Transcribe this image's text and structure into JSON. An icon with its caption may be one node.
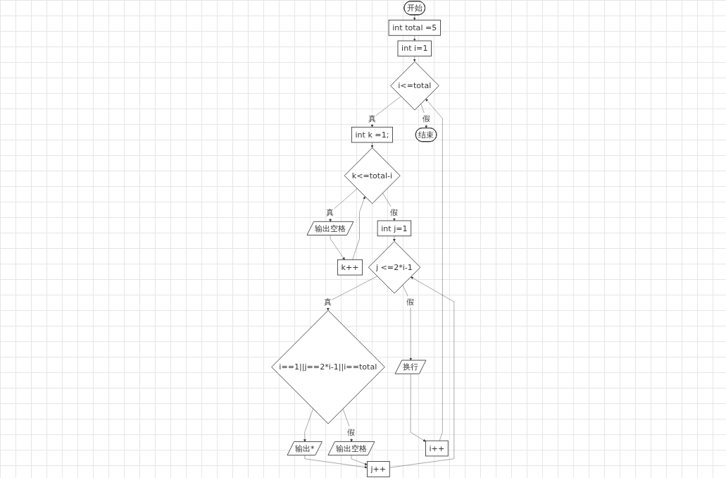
{
  "diagram": {
    "nodes": [
      {
        "text": [
          "开始"
        ]
      },
      {
        "text": [
          "int total =5"
        ]
      },
      {
        "text": [
          "int i=1"
        ]
      },
      {
        "text": [
          "i<=total"
        ]
      },
      {
        "text": [
          "int k =1;"
        ]
      },
      {
        "text": [
          "k<=total-i"
        ]
      },
      {
        "text": [
          "输出空格"
        ]
      },
      {
        "text": [
          "k++"
        ]
      },
      {
        "text": [
          "int j=1"
        ]
      },
      {
        "text": [
          "j <=2*i-1"
        ]
      },
      {
        "text": [
          "i==1||j==2*i-1||i==total"
        ]
      },
      {
        "text": [
          "输出*"
        ]
      },
      {
        "text": [
          "输出空格"
        ]
      },
      {
        "text": [
          "j++"
        ]
      },
      {
        "text": [
          "换行"
        ]
      },
      {
        "text": [
          "i++"
        ]
      },
      {
        "text": [
          "结束"
        ]
      }
    ],
    "edges": [
      {
        "from": 0,
        "to": 1,
        "arrow": "to"
      },
      {
        "from": 1,
        "to": 2,
        "arrow": "to"
      },
      {
        "from": 2,
        "to": 3,
        "arrow": "to"
      },
      {
        "from": 3,
        "to": 4,
        "label": "真",
        "arrow": "to"
      },
      {
        "from": 4,
        "to": 5,
        "arrow": "to"
      },
      {
        "from": 5,
        "to": 6,
        "label": "真",
        "arrow": "to"
      },
      {
        "from": 6,
        "to": 7,
        "arrow": "to"
      },
      {
        "from": 7,
        "to": 5,
        "arrow": "to"
      },
      {
        "from": 5,
        "to": 8,
        "label": "假",
        "arrow": "to"
      },
      {
        "from": 8,
        "to": 9,
        "arrow": "to"
      },
      {
        "from": 9,
        "to": 10,
        "label": "真",
        "arrow": "to"
      },
      {
        "from": 10,
        "to": 11,
        "arrow": "to"
      },
      {
        "from": 10,
        "to": 12,
        "label": "假",
        "arrow": "to"
      },
      {
        "from": 11,
        "to": 13,
        "arrow": "to"
      },
      {
        "from": 12,
        "to": 13,
        "arrow": "to"
      },
      {
        "from": 13,
        "to": 9,
        "arrow": "to"
      },
      {
        "from": 9,
        "to": 14,
        "label": "假",
        "arrow": "to"
      },
      {
        "from": 14,
        "to": 15,
        "arrow": "to"
      },
      {
        "from": 15,
        "to": 3,
        "arrow": "to"
      },
      {
        "from": 3,
        "to": 16,
        "label": "假",
        "arrow": "to"
      }
    ]
  }
}
